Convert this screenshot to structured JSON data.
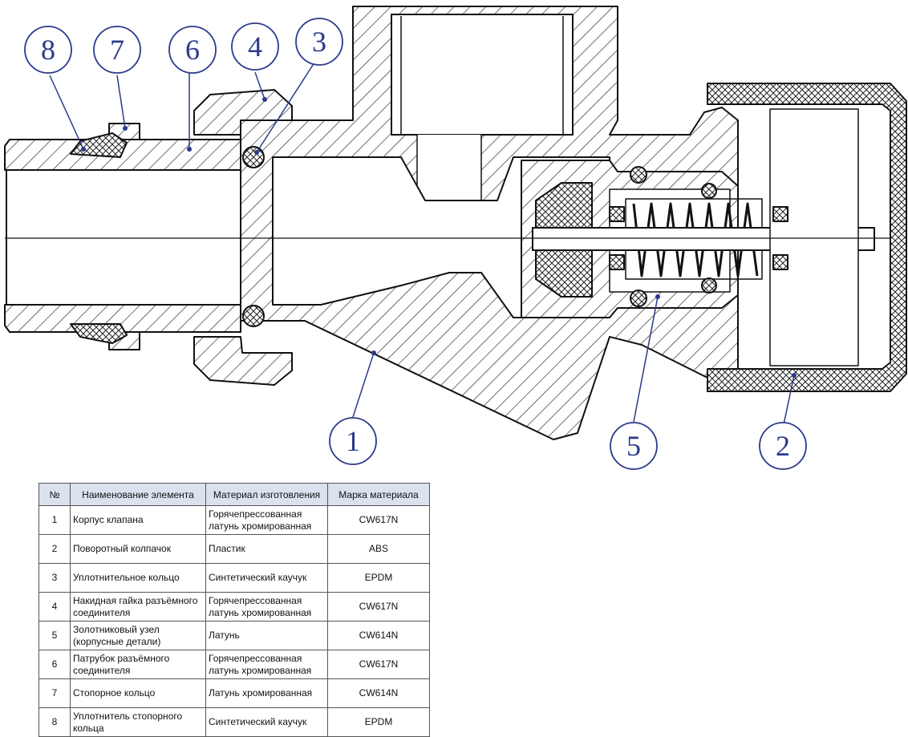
{
  "callouts": [
    "8",
    "7",
    "6",
    "4",
    "3",
    "1",
    "5",
    "2"
  ],
  "table": {
    "headers": [
      "№",
      "Наименование элемента",
      "Материал изготовления",
      "Марка материала"
    ],
    "rows": [
      {
        "num": "1",
        "name": "Корпус клапана",
        "material": "Горячепрессованная латунь хромированная",
        "grade": "CW617N"
      },
      {
        "num": "2",
        "name": "Поворотный колпачок",
        "material": "Пластик",
        "grade": "ABS"
      },
      {
        "num": "3",
        "name": "Уплотнительное кольцо",
        "material": "Синтетический каучук",
        "grade": "EPDM"
      },
      {
        "num": "4",
        "name": "Накидная гайка разъёмного соединителя",
        "material": "Горячепрессованная латунь хромированная",
        "grade": "CW617N"
      },
      {
        "num": "5",
        "name": "Золотниковый узел (корпусные детали)",
        "material": "Латунь",
        "grade": "CW614N"
      },
      {
        "num": "6",
        "name": "Патрубок разъёмного соединителя",
        "material": "Горячепрессованная латунь хромированная",
        "grade": "CW617N"
      },
      {
        "num": "7",
        "name": "Стопорное кольцо",
        "material": "Латунь хромированная",
        "grade": "CW614N"
      },
      {
        "num": "8",
        "name": "Уплотнитель стопорного кольца",
        "material": "Синтетический каучук",
        "grade": "EPDM"
      }
    ]
  }
}
